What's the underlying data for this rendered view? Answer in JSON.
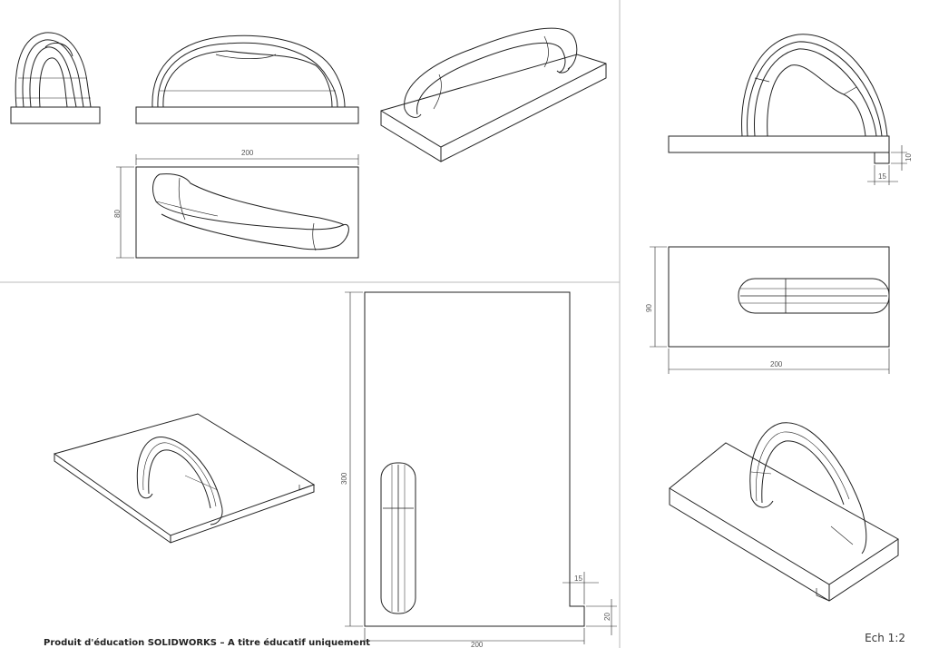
{
  "dimensions": {
    "top_view_width": "200",
    "top_view_depth": "80",
    "side_notch_height": "10",
    "side_notch_width": "15",
    "right_plan_depth": "90",
    "right_plan_width": "200",
    "plate_height": "300",
    "plate_notch_width": "15",
    "plate_notch_height": "20",
    "plate_width": "200"
  },
  "footer": {
    "edu_notice": "Produit d'éducation SOLIDWORKS – A titre éducatif uniquement",
    "scale": "Ech 1:2"
  }
}
